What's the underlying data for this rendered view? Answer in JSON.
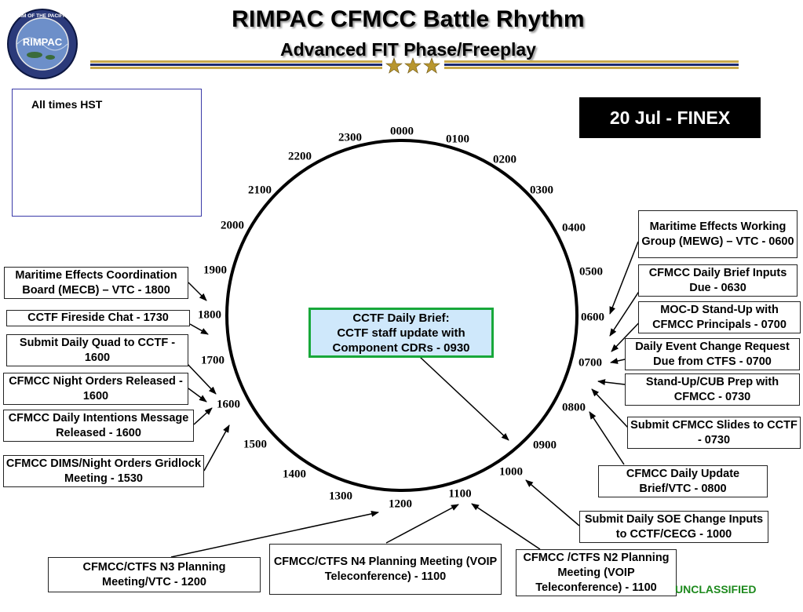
{
  "header": {
    "title": "RIMPAC CFMCC Battle Rhythm",
    "subtitle": "Advanced FIT Phase/Freeplay",
    "logo_text": "RIMPAC",
    "logo_ring_text": "RIM OF THE PACIFIC"
  },
  "note": "All times HST",
  "date_badge": "20 Jul - FINEX",
  "clock_hours": [
    "0000",
    "0100",
    "0200",
    "0300",
    "0400",
    "0500",
    "0600",
    "0700",
    "0800",
    "0900",
    "1000",
    "1100",
    "1200",
    "1300",
    "1400",
    "1500",
    "1600",
    "1700",
    "1800",
    "1900",
    "2000",
    "2100",
    "2200",
    "2300"
  ],
  "center_event": {
    "line1": "CCTF Daily Brief:",
    "line2": "CCTF staff update with",
    "line3": "Component CDRs  - 0930"
  },
  "events": {
    "mewg": "Maritime Effects Working Group (MEWG) – VTC - 0600",
    "daily_brief_inputs": "CFMCC Daily Brief Inputs Due - 0630",
    "mocd_standup": "MOC-D Stand-Up with CFMCC Principals - 0700",
    "daily_event_change": "Daily Event Change Request Due from CTFS - 0700",
    "standup_cub": "Stand-Up/CUB Prep with CFMCC - 0730",
    "submit_slides": "Submit CFMCC Slides to CCTF - 0730",
    "daily_update": "CFMCC Daily Update Brief/VTC - 0800",
    "soe_change": "Submit Daily SOE Change Inputs to CCTF/CECG - 1000",
    "n2_planning": "CFMCC /CTFS N2 Planning Meeting (VOIP Teleconference) - 1100",
    "n4_planning": "CFMCC/CTFS N4 Planning Meeting (VOIP Teleconference) - 1100",
    "n3_planning": "CFMCC/CTFS N3 Planning Meeting/VTC - 1200",
    "dims_gridlock": "CFMCC DIMS/Night Orders Gridlock Meeting - 1530",
    "daily_intentions": "CFMCC Daily Intentions Message Released - 1600",
    "night_orders": "CFMCC Night Orders Released - 1600",
    "daily_quad": "Submit Daily Quad to CCTF - 1600",
    "fireside_chat": "CCTF Fireside Chat - 1730",
    "mecb": "Maritime Effects Coordination Board (MECB) – VTC - 1800"
  },
  "classification": "UNCLASSIFIED",
  "colors": {
    "center_fill": "#cfe8fb",
    "center_border": "#18a83a",
    "classification": "#1e8a1e",
    "note_border": "#3a3aa8",
    "stripe_gold": "#c8a94a",
    "stripe_blue": "#1c2a6e"
  }
}
